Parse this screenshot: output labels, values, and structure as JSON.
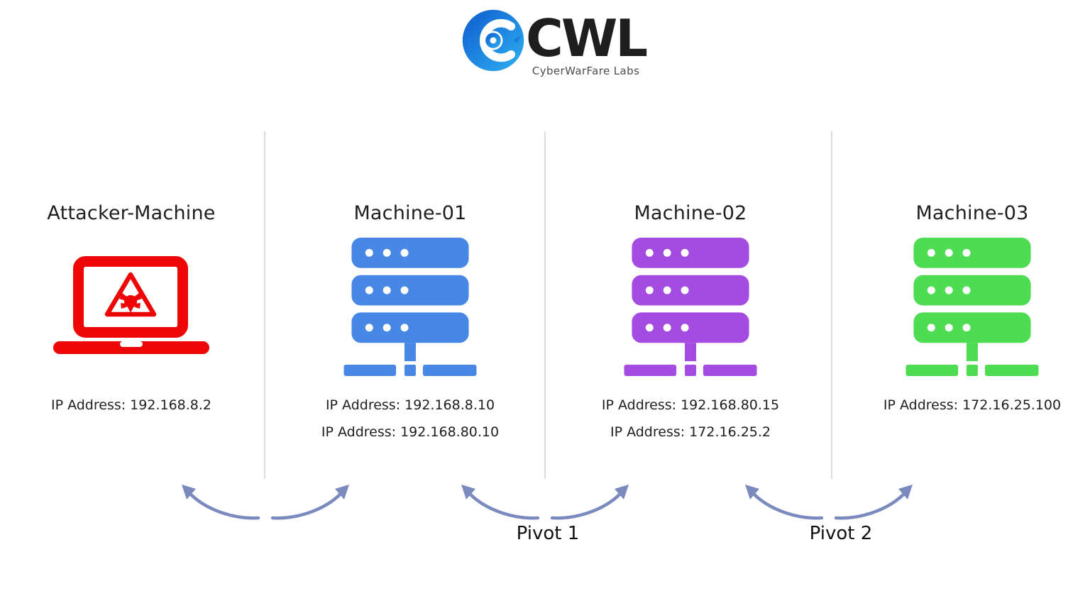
{
  "logo": {
    "brand": "CWL",
    "tagline": "CyberWarFare Labs",
    "icon": "cwl-swirl-icon",
    "icon_gradient": {
      "start": "#0d5ccd",
      "end": "#2fb0f3"
    },
    "brand_color": "#111111",
    "tagline_color": "#4d4d4d"
  },
  "machines": [
    {
      "name": "Attacker-Machine",
      "icon": "laptop-malware-icon",
      "color": "#ee0606",
      "ips": [
        "IP Address: 192.168.8.2"
      ]
    },
    {
      "name": "Machine-01",
      "icon": "server-stack-icon",
      "color": "#4787e6",
      "ips": [
        "IP Address: 192.168.8.10",
        "IP Address: 192.168.80.10"
      ]
    },
    {
      "name": "Machine-02",
      "icon": "server-stack-icon",
      "color": "#a44ce2",
      "ips": [
        "IP Address: 192.168.80.15",
        "IP Address: 172.16.25.2"
      ]
    },
    {
      "name": "Machine-03",
      "icon": "server-stack-icon",
      "color": "#4edc52",
      "ips": [
        "IP Address: 172.16.25.100"
      ]
    }
  ],
  "pivots": [
    {
      "label": "Pivot 1"
    },
    {
      "label": "Pivot 2"
    }
  ],
  "styles": {
    "background": "#ffffff",
    "text_color": "#1e1e1e",
    "arrow_color": "#7a8abf",
    "divider_color": "#d9ddea"
  }
}
